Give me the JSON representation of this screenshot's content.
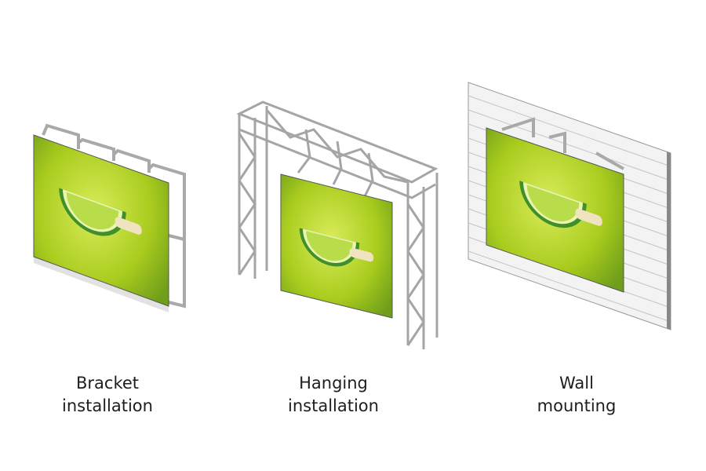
{
  "colors": {
    "screen_light": "#c8e02a",
    "screen_dark": "#6f9e1a",
    "frame": "#a9a9a9",
    "wall": "#f2f2f2",
    "text": "#1e1e1e"
  },
  "items": [
    {
      "line1": "Bracket",
      "line2": "installation"
    },
    {
      "line1": "Hanging",
      "line2": "installation"
    },
    {
      "line1": "Wall",
      "line2": "mounting"
    }
  ]
}
